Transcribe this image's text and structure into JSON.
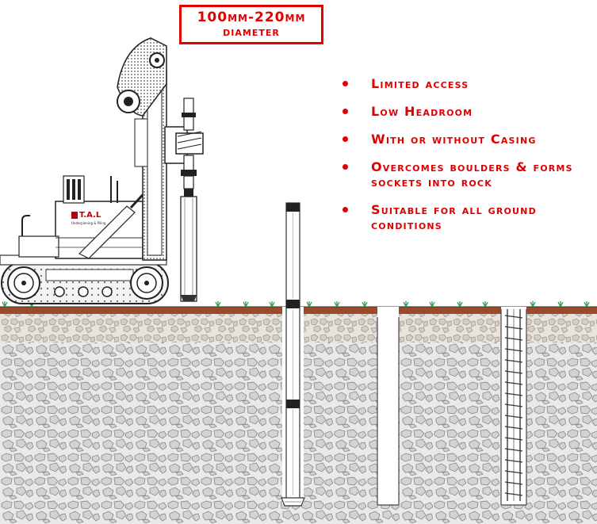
{
  "header": {
    "line1": "100mm-220mm",
    "line2": "diameter"
  },
  "features": [
    {
      "text": "Limited access"
    },
    {
      "text": "Low Headroom"
    },
    {
      "text": "With or without Casing"
    },
    {
      "text": "Overcomes boulders & forms sockets into rock"
    },
    {
      "text": "Suitable for all ground conditions"
    }
  ],
  "rig": {
    "brand_name": "T.A.L",
    "brand_subtitle": "Underpinning & Piling"
  },
  "colors": {
    "accent": "#e10000",
    "topsoil": "#9c4a2c",
    "grass": "#2fa04a",
    "ground_fill": "#c8c8c8"
  },
  "icons": {
    "bullet": "bullet-dot-icon"
  }
}
